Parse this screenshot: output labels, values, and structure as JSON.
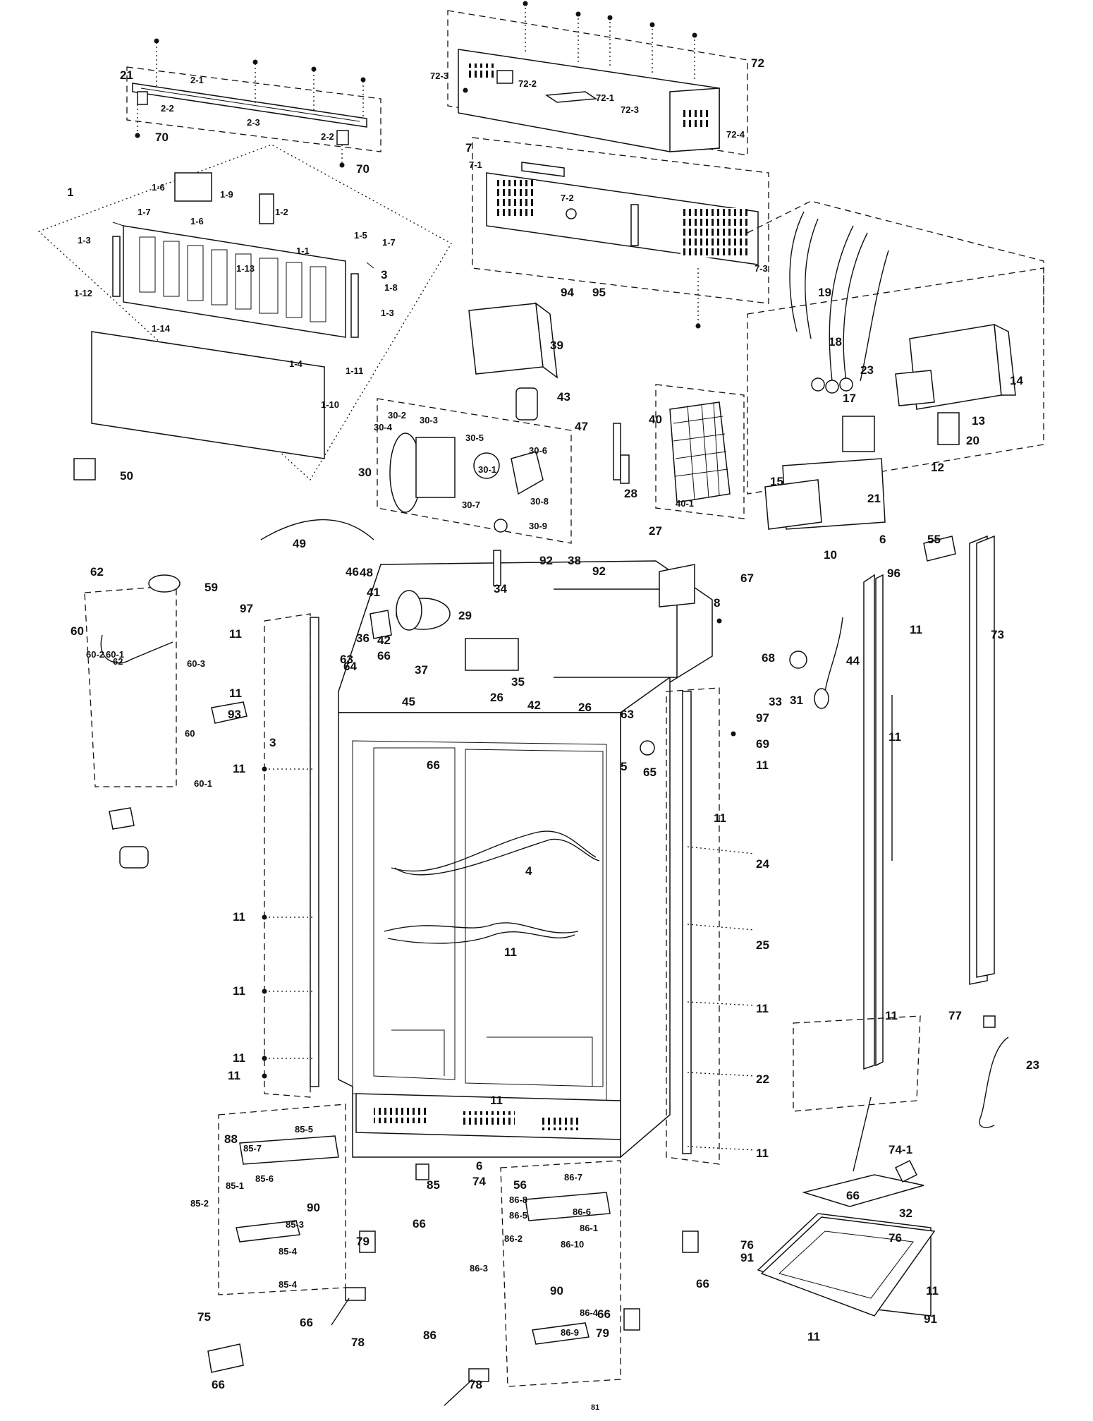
{
  "labels": [
    {
      "t": "21",
      "s": "l"
    },
    {
      "t": "2-1",
      "s": "m"
    },
    {
      "t": "2-2",
      "s": "m"
    },
    {
      "t": "2-3",
      "s": "m"
    },
    {
      "t": "2-2",
      "s": "m"
    },
    {
      "t": "70",
      "s": "l"
    },
    {
      "t": "70",
      "s": "l"
    },
    {
      "t": "1",
      "s": "l"
    },
    {
      "t": "1-6",
      "s": "m"
    },
    {
      "t": "1-9",
      "s": "m"
    },
    {
      "t": "1-7",
      "s": "m"
    },
    {
      "t": "1-6",
      "s": "m"
    },
    {
      "t": "1-2",
      "s": "m"
    },
    {
      "t": "1-13",
      "s": "m"
    },
    {
      "t": "1-3",
      "s": "m"
    },
    {
      "t": "1-1",
      "s": "m"
    },
    {
      "t": "1-5",
      "s": "m"
    },
    {
      "t": "1-7",
      "s": "m"
    },
    {
      "t": "3",
      "s": "l"
    },
    {
      "t": "1-8",
      "s": "m"
    },
    {
      "t": "1-12",
      "s": "m"
    },
    {
      "t": "1-3",
      "s": "m"
    },
    {
      "t": "1-14",
      "s": "m"
    },
    {
      "t": "1-4",
      "s": "m"
    },
    {
      "t": "1-11",
      "s": "m"
    },
    {
      "t": "1-10",
      "s": "m"
    },
    {
      "t": "50",
      "s": "l"
    },
    {
      "t": "72",
      "s": "l"
    },
    {
      "t": "72-3",
      "s": "m"
    },
    {
      "t": "72-2",
      "s": "m"
    },
    {
      "t": "72-1",
      "s": "m"
    },
    {
      "t": "72-3",
      "s": "m"
    },
    {
      "t": "72-4",
      "s": "m"
    },
    {
      "t": "7",
      "s": "l"
    },
    {
      "t": "7-1",
      "s": "m"
    },
    {
      "t": "7-2",
      "s": "m"
    },
    {
      "t": "7-3",
      "s": "m"
    },
    {
      "t": "94",
      "s": "l"
    },
    {
      "t": "95",
      "s": "l"
    },
    {
      "t": "39",
      "s": "l"
    },
    {
      "t": "43",
      "s": "l"
    },
    {
      "t": "19",
      "s": "l"
    },
    {
      "t": "18",
      "s": "l"
    },
    {
      "t": "23",
      "s": "l"
    },
    {
      "t": "14",
      "s": "l"
    },
    {
      "t": "17",
      "s": "l"
    },
    {
      "t": "13",
      "s": "l"
    },
    {
      "t": "20",
      "s": "l"
    },
    {
      "t": "12",
      "s": "l"
    },
    {
      "t": "15",
      "s": "l"
    },
    {
      "t": "21",
      "s": "l"
    },
    {
      "t": "6",
      "s": "l"
    },
    {
      "t": "10",
      "s": "l"
    },
    {
      "t": "30",
      "s": "l"
    },
    {
      "t": "30-4",
      "s": "m"
    },
    {
      "t": "30-2",
      "s": "m"
    },
    {
      "t": "30-3",
      "s": "m"
    },
    {
      "t": "30-5",
      "s": "m"
    },
    {
      "t": "30-1",
      "s": "m"
    },
    {
      "t": "30-6",
      "s": "m"
    },
    {
      "t": "30-7",
      "s": "m"
    },
    {
      "t": "30-8",
      "s": "m"
    },
    {
      "t": "30-9",
      "s": "m"
    },
    {
      "t": "47",
      "s": "l"
    },
    {
      "t": "40",
      "s": "l"
    },
    {
      "t": "28",
      "s": "l"
    },
    {
      "t": "40-1",
      "s": "m"
    },
    {
      "t": "38",
      "s": "l"
    },
    {
      "t": "27",
      "s": "l"
    },
    {
      "t": "49",
      "s": "l"
    },
    {
      "t": "46",
      "s": "l"
    },
    {
      "t": "48",
      "s": "l"
    },
    {
      "t": "62",
      "s": "l"
    },
    {
      "t": "59",
      "s": "l"
    },
    {
      "t": "60",
      "s": "l"
    },
    {
      "t": "60-2",
      "s": "m"
    },
    {
      "t": "60-1",
      "s": "m"
    },
    {
      "t": "62",
      "s": "m"
    },
    {
      "t": "60-3",
      "s": "m"
    },
    {
      "t": "93",
      "s": "l"
    },
    {
      "t": "60",
      "s": "m"
    },
    {
      "t": "60-1",
      "s": "m"
    },
    {
      "t": "97",
      "s": "l"
    },
    {
      "t": "11",
      "s": "l"
    },
    {
      "t": "11",
      "s": "l"
    },
    {
      "t": "3",
      "s": "l"
    },
    {
      "t": "11",
      "s": "l"
    },
    {
      "t": "11",
      "s": "l"
    },
    {
      "t": "11",
      "s": "l"
    },
    {
      "t": "11",
      "s": "l"
    },
    {
      "t": "11",
      "s": "l"
    },
    {
      "t": "92",
      "s": "l"
    },
    {
      "t": "92",
      "s": "l"
    },
    {
      "t": "34",
      "s": "l"
    },
    {
      "t": "8",
      "s": "l"
    },
    {
      "t": "41",
      "s": "l"
    },
    {
      "t": "29",
      "s": "l"
    },
    {
      "t": "36",
      "s": "l"
    },
    {
      "t": "42",
      "s": "l"
    },
    {
      "t": "66",
      "s": "l"
    },
    {
      "t": "63",
      "s": "l"
    },
    {
      "t": "64",
      "s": "l"
    },
    {
      "t": "37",
      "s": "l"
    },
    {
      "t": "35",
      "s": "l"
    },
    {
      "t": "45",
      "s": "l"
    },
    {
      "t": "26",
      "s": "l"
    },
    {
      "t": "42",
      "s": "l"
    },
    {
      "t": "26",
      "s": "l"
    },
    {
      "t": "63",
      "s": "l"
    },
    {
      "t": "66",
      "s": "l"
    },
    {
      "t": "5",
      "s": "l"
    },
    {
      "t": "65",
      "s": "l"
    },
    {
      "t": "96",
      "s": "l"
    },
    {
      "t": "55",
      "s": "l"
    },
    {
      "t": "67",
      "s": "l"
    },
    {
      "t": "11",
      "s": "l"
    },
    {
      "t": "73",
      "s": "l"
    },
    {
      "t": "68",
      "s": "l"
    },
    {
      "t": "44",
      "s": "l"
    },
    {
      "t": "31",
      "s": "l"
    },
    {
      "t": "33",
      "s": "l"
    },
    {
      "t": "97",
      "s": "l"
    },
    {
      "t": "11",
      "s": "l"
    },
    {
      "t": "69",
      "s": "l"
    },
    {
      "t": "11",
      "s": "l"
    },
    {
      "t": "11",
      "s": "l"
    },
    {
      "t": "4",
      "s": "l"
    },
    {
      "t": "24",
      "s": "l"
    },
    {
      "t": "11",
      "s": "l"
    },
    {
      "t": "25",
      "s": "l"
    },
    {
      "t": "11",
      "s": "l"
    },
    {
      "t": "11",
      "s": "l"
    },
    {
      "t": "77",
      "s": "l"
    },
    {
      "t": "23",
      "s": "l"
    },
    {
      "t": "22",
      "s": "l"
    },
    {
      "t": "11",
      "s": "l"
    },
    {
      "t": "11",
      "s": "l"
    },
    {
      "t": "6",
      "s": "l"
    },
    {
      "t": "74",
      "s": "l"
    },
    {
      "t": "74-1",
      "s": "l"
    },
    {
      "t": "88",
      "s": "l"
    },
    {
      "t": "85-5",
      "s": "m"
    },
    {
      "t": "85-7",
      "s": "m"
    },
    {
      "t": "85-1",
      "s": "m"
    },
    {
      "t": "85-6",
      "s": "m"
    },
    {
      "t": "85-2",
      "s": "m"
    },
    {
      "t": "90",
      "s": "l"
    },
    {
      "t": "85-3",
      "s": "m"
    },
    {
      "t": "85-4",
      "s": "m"
    },
    {
      "t": "85-4",
      "s": "m"
    },
    {
      "t": "85",
      "s": "l"
    },
    {
      "t": "66",
      "s": "l"
    },
    {
      "t": "79",
      "s": "l"
    },
    {
      "t": "66",
      "s": "l"
    },
    {
      "t": "78",
      "s": "l"
    },
    {
      "t": "66",
      "s": "l"
    },
    {
      "t": "56",
      "s": "l"
    },
    {
      "t": "86-7",
      "s": "m"
    },
    {
      "t": "86-8",
      "s": "m"
    },
    {
      "t": "86-5",
      "s": "m"
    },
    {
      "t": "86-6",
      "s": "m"
    },
    {
      "t": "86-1",
      "s": "m"
    },
    {
      "t": "86-2",
      "s": "m"
    },
    {
      "t": "86-10",
      "s": "m"
    },
    {
      "t": "86-3",
      "s": "m"
    },
    {
      "t": "90",
      "s": "l"
    },
    {
      "t": "86-4",
      "s": "m"
    },
    {
      "t": "86-9",
      "s": "m"
    },
    {
      "t": "86",
      "s": "l"
    },
    {
      "t": "78",
      "s": "l"
    },
    {
      "t": "66",
      "s": "l"
    },
    {
      "t": "66",
      "s": "l"
    },
    {
      "t": "79",
      "s": "l"
    },
    {
      "t": "66",
      "s": "l"
    },
    {
      "t": "32",
      "s": "l"
    },
    {
      "t": "76",
      "s": "l"
    },
    {
      "t": "76",
      "s": "l"
    },
    {
      "t": "91",
      "s": "l"
    },
    {
      "t": "11",
      "s": "l"
    },
    {
      "t": "91",
      "s": "l"
    },
    {
      "t": "11",
      "s": "l"
    },
    {
      "t": "75",
      "s": "l"
    },
    {
      "t": "81",
      "s": "s"
    },
    {
      "t": "81",
      "s": "s"
    }
  ]
}
